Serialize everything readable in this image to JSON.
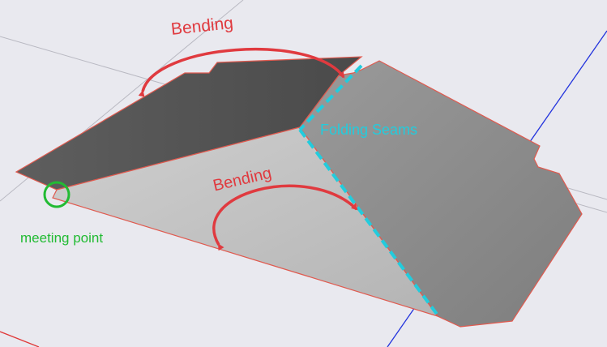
{
  "labels": {
    "bending_top": "Bending",
    "bending_middle": "Bending",
    "folding_seams": "Folding Seams",
    "meeting_point": "meeting point"
  },
  "colors": {
    "background": "#e9e9ef",
    "guide_line": "#b9b9c2",
    "axis_blue": "#2233dd",
    "axis_red": "#e03838",
    "edge": "#e05a4f",
    "dark_face": "#555555",
    "light_face": "#bcbcbc",
    "right_face": "#8a8a8a",
    "bending_arrow": "#e03a3f",
    "seam": "#22ccdd",
    "meeting_point": "#22bb33"
  }
}
